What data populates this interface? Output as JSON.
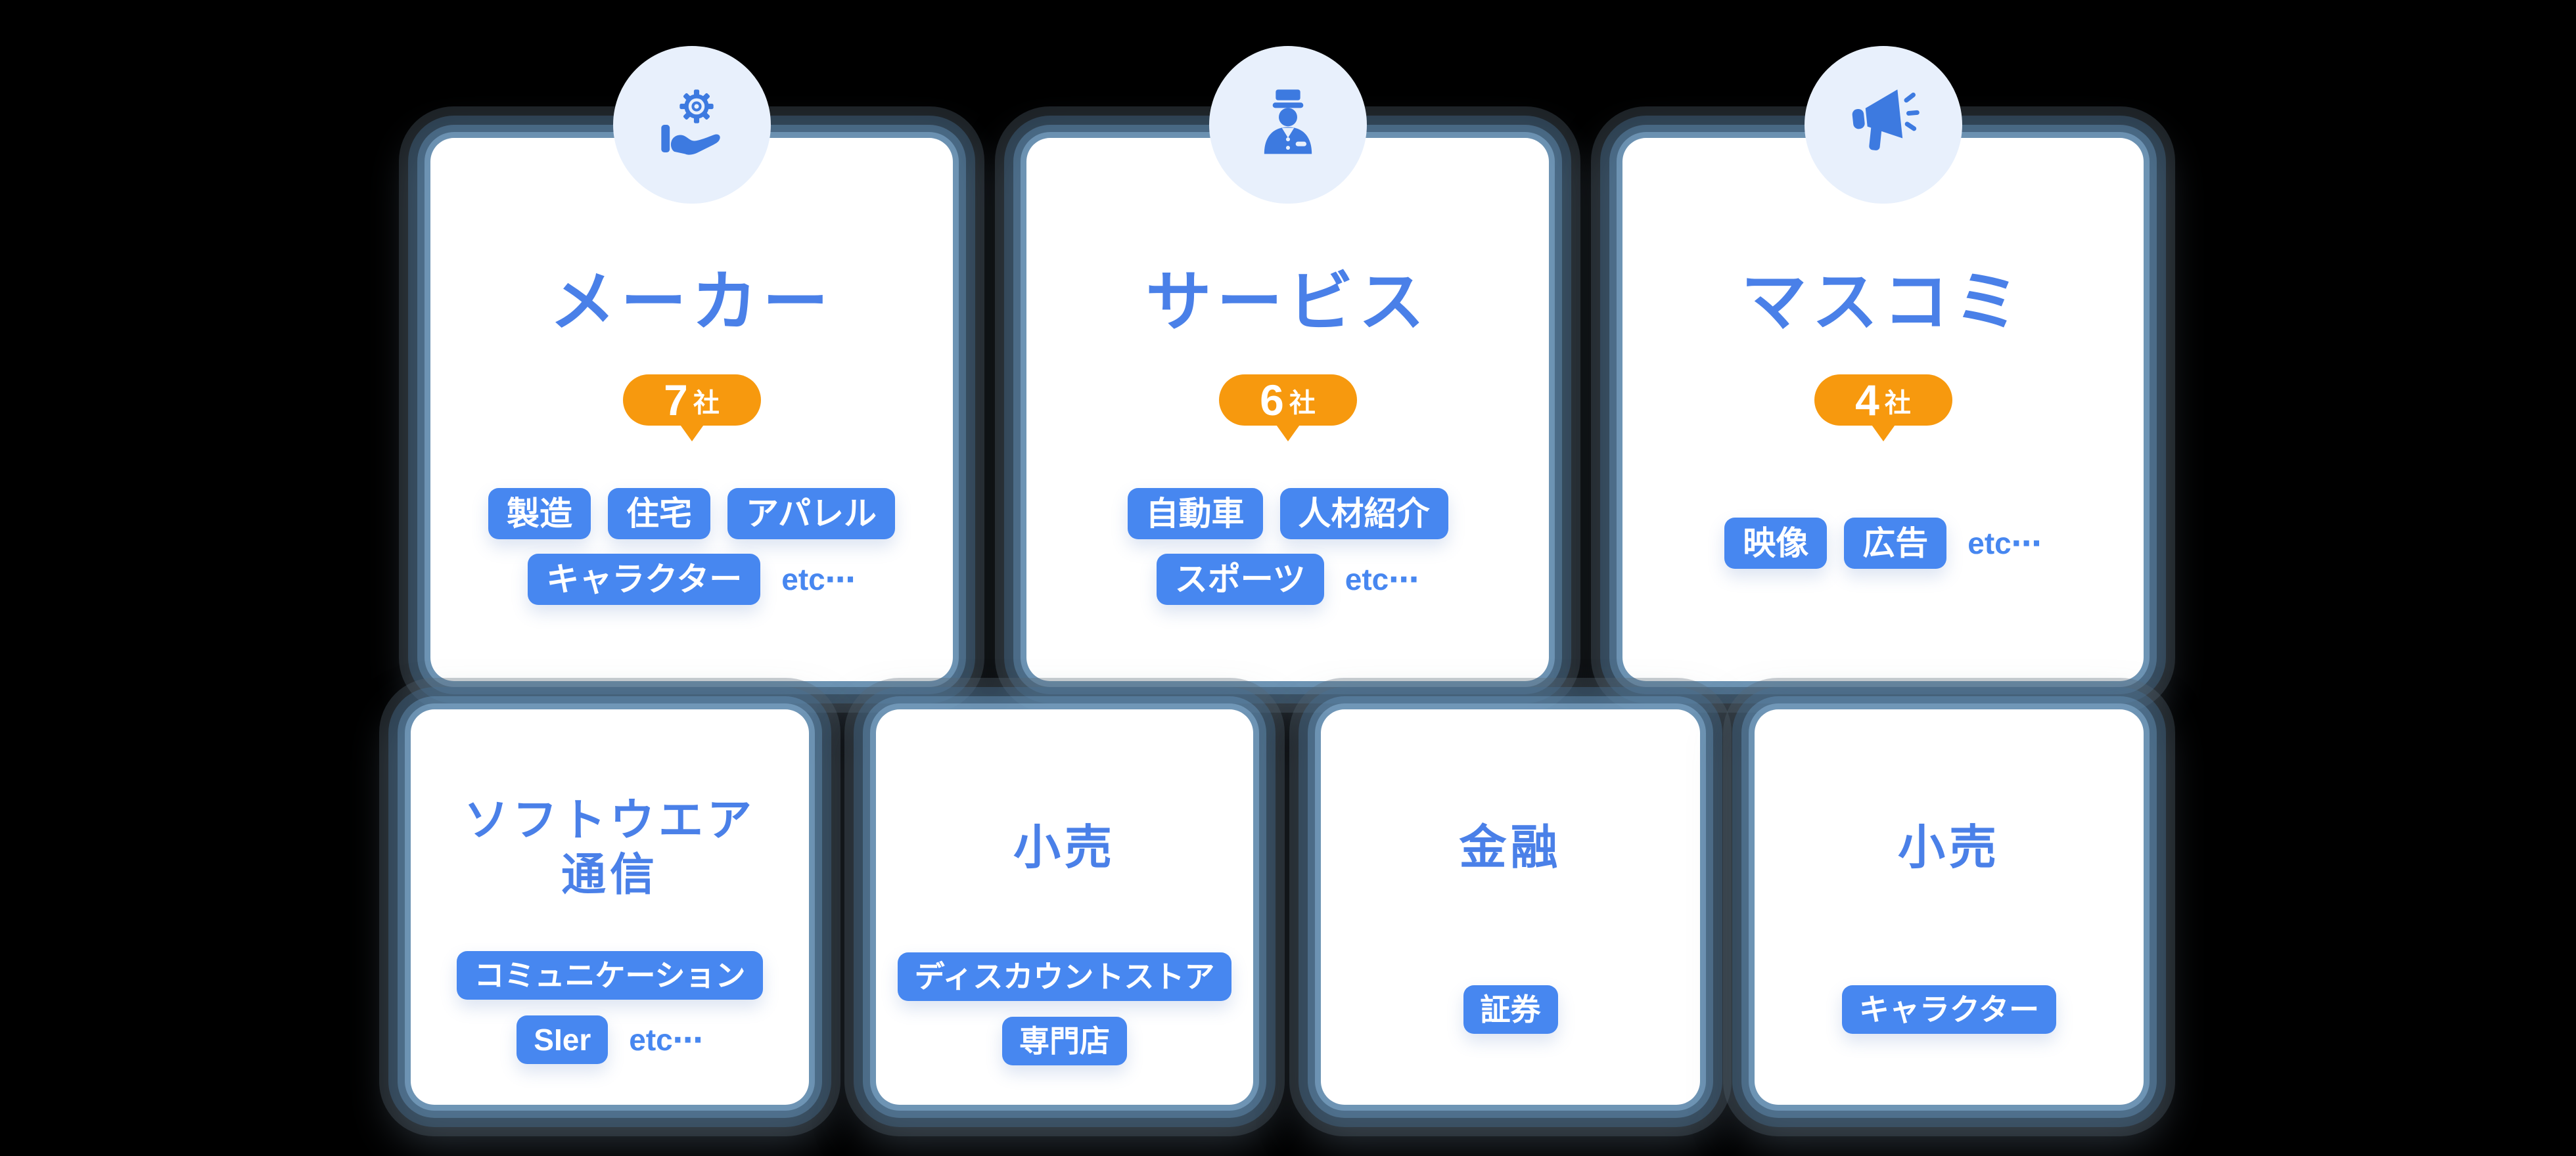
{
  "colors": {
    "background": "#000000",
    "card-bg": "#ffffff",
    "title-blue": "#4A80E8",
    "tag-blue": "#4787F0",
    "badge-orange": "#F7990E",
    "icon-blue": "#3D7AE0",
    "icon-circle-bg": "#E8F0FC"
  },
  "top_cards": [
    {
      "icon": "gear-hand-icon",
      "title": "メーカー",
      "count": "7",
      "count_unit": "社",
      "tags": [
        "製造",
        "住宅",
        "アパレル",
        "キャラクター"
      ],
      "etc_label": "etc⋯"
    },
    {
      "icon": "bellhop-icon",
      "title": "サービス",
      "count": "6",
      "count_unit": "社",
      "tags": [
        "自動車",
        "人材紹介",
        "スポーツ"
      ],
      "etc_label": "etc⋯"
    },
    {
      "icon": "megaphone-icon",
      "title": "マスコミ",
      "count": "4",
      "count_unit": "社",
      "tags": [
        "映像",
        "広告"
      ],
      "etc_label": "etc⋯"
    }
  ],
  "bottom_cards": [
    {
      "title_line1": "ソフトウエア",
      "title_line2": "通信",
      "tags": [
        "コミュニケーション",
        "SIer"
      ],
      "etc_label": "etc⋯"
    },
    {
      "title": "小売",
      "tags": [
        "ディスカウントストア",
        "専門店"
      ]
    },
    {
      "title": "金融",
      "tags": [
        "証券"
      ]
    },
    {
      "title": "小売",
      "tags": [
        "キャラクター"
      ]
    }
  ]
}
